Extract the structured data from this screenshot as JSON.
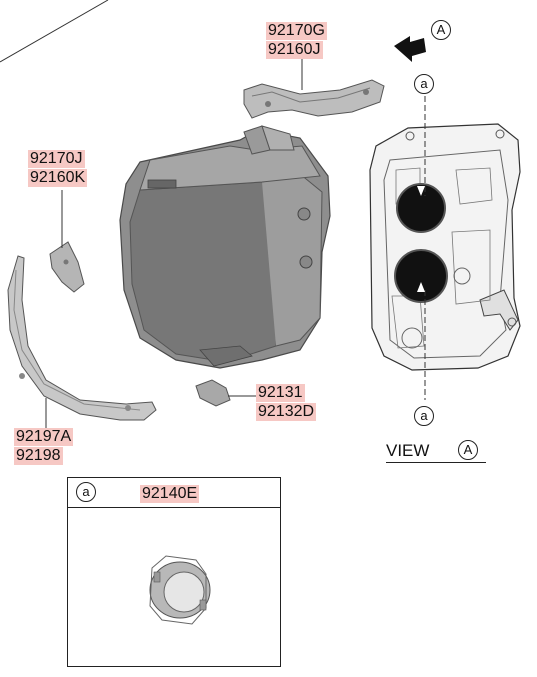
{
  "callouts": {
    "headlamp_bracket_upper": [
      "92170G",
      "92160J"
    ],
    "headlamp_bracket_side": [
      "92170J",
      "92160K"
    ],
    "bulb_socket_clip": [
      "92131",
      "92132D"
    ],
    "drl_light_guide": [
      "92197A",
      "92198"
    ]
  },
  "view": {
    "label": "VIEW",
    "ref_letter": "A"
  },
  "arrow_ref_letter": "A",
  "detail_ref_letter": "a",
  "detail_box": {
    "ref_letter": "a",
    "part_number": "92140E"
  },
  "colors": {
    "label_highlight": "#f6c8c4",
    "part_gray": "#9a9a9a",
    "line": "#222222"
  }
}
